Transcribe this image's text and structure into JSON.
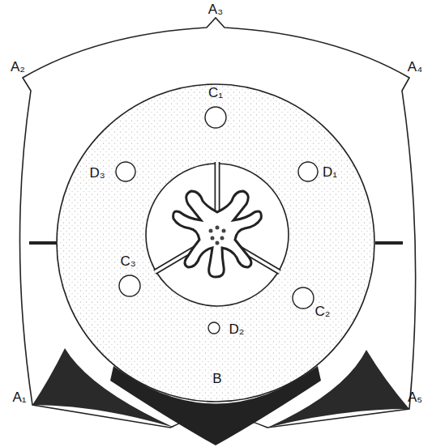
{
  "diagram": {
    "labels": [
      "A₃",
      "A₂",
      "A₄",
      "C₁",
      "D₃",
      "D₁",
      "C₃",
      "C₂",
      "D₂",
      "A₁",
      "B",
      "A₅"
    ]
  }
}
